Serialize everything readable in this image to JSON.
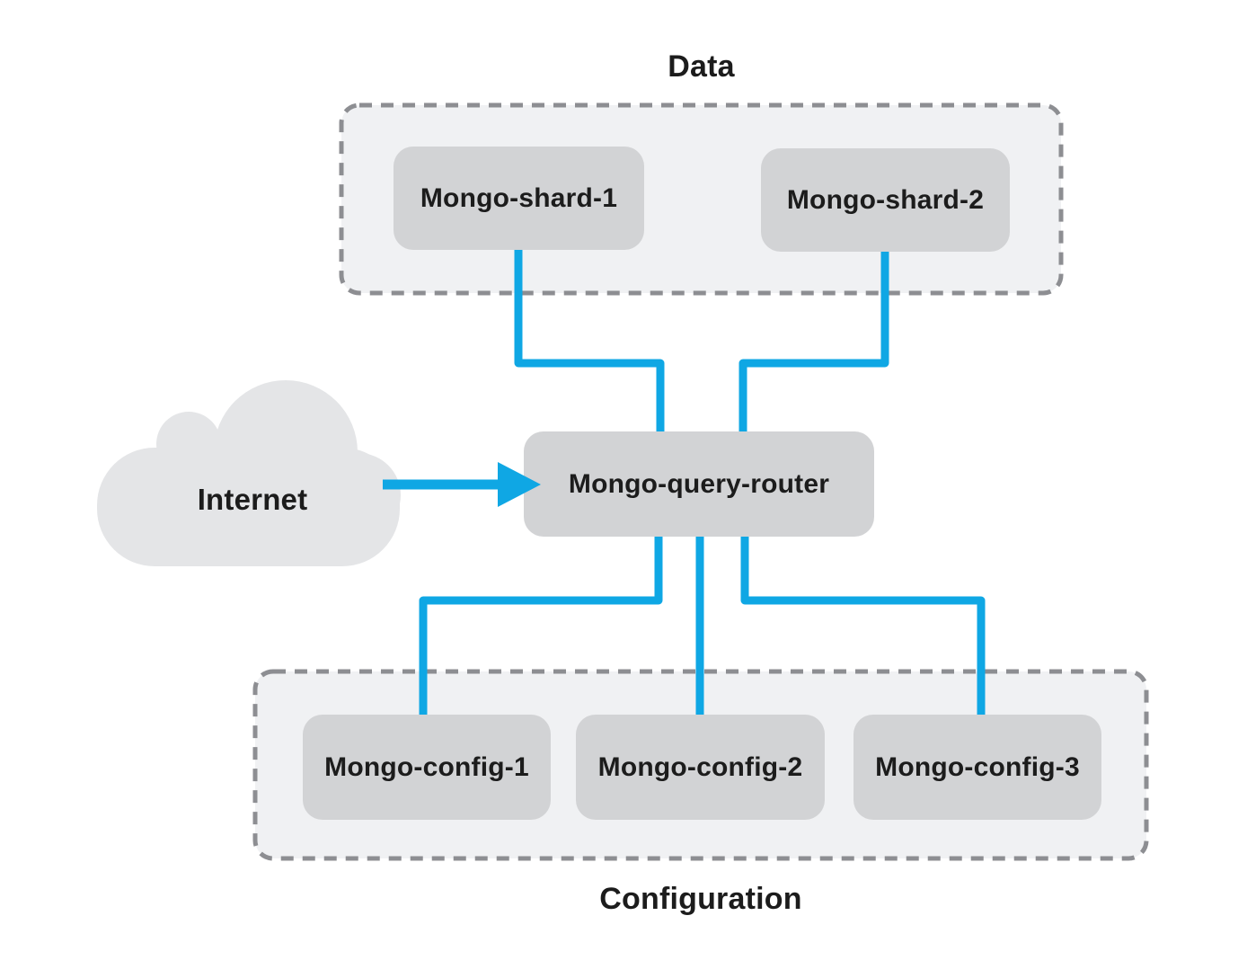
{
  "groups": {
    "data": {
      "label": "Data"
    },
    "configuration": {
      "label": "Configuration"
    }
  },
  "cloud": {
    "label": "Internet"
  },
  "nodes": {
    "shard1": {
      "label": "Mongo-shard-1"
    },
    "shard2": {
      "label": "Mongo-shard-2"
    },
    "router": {
      "label": "Mongo-query-router"
    },
    "config1": {
      "label": "Mongo-config-1"
    },
    "config2": {
      "label": "Mongo-config-2"
    },
    "config3": {
      "label": "Mongo-config-3"
    }
  },
  "connections": [
    {
      "from": "shard1",
      "to": "router",
      "style": "elbow-line"
    },
    {
      "from": "shard2",
      "to": "router",
      "style": "elbow-line"
    },
    {
      "from": "internet",
      "to": "router",
      "style": "arrow"
    },
    {
      "from": "router",
      "to": "config1",
      "style": "elbow-line"
    },
    {
      "from": "router",
      "to": "config2",
      "style": "straight-line"
    },
    {
      "from": "router",
      "to": "config3",
      "style": "elbow-line"
    }
  ],
  "colors": {
    "accent_blue": "#0fa7e4",
    "node_fill": "#d2d3d5",
    "group_fill": "#f0f1f3",
    "group_border": "#8d8e92",
    "cloud_fill": "#e4e5e7",
    "text": "#1c1c1c",
    "background": "#ffffff"
  }
}
